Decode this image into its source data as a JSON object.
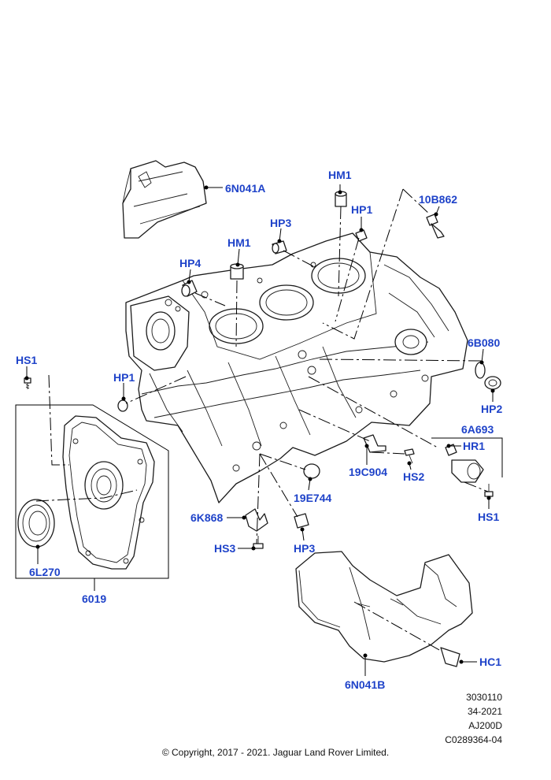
{
  "callouts": {
    "c_6N041A": "6N041A",
    "c_HM1_top": "HM1",
    "c_10B862": "10B862",
    "c_HP1_top": "HP1",
    "c_HP3_top": "HP3",
    "c_HM1_mid": "HM1",
    "c_HP4": "HP4",
    "c_6B080": "6B080",
    "c_HS1_left": "HS1",
    "c_HP1_left": "HP1",
    "c_HP2": "HP2",
    "c_6A693": "6A693",
    "c_HR1": "HR1",
    "c_19C904": "19C904",
    "c_HS2": "HS2",
    "c_HS1_right": "HS1",
    "c_19E744": "19E744",
    "c_6K868": "6K868",
    "c_HP3_bottom": "HP3",
    "c_HS3": "HS3",
    "c_6L270": "6L270",
    "c_6019": "6019",
    "c_HC1": "HC1",
    "c_6N041B": "6N041B"
  },
  "reference": {
    "line1": "3030110",
    "line2": "34-2021",
    "line3": "AJ200D",
    "line4": "C0289364-04"
  },
  "copyright": "© Copyright, 2017 - 2021. Jaguar Land Rover Limited.",
  "colors": {
    "callout": "#1f43c9",
    "linework": "#1b1b1b",
    "background": "#ffffff"
  }
}
